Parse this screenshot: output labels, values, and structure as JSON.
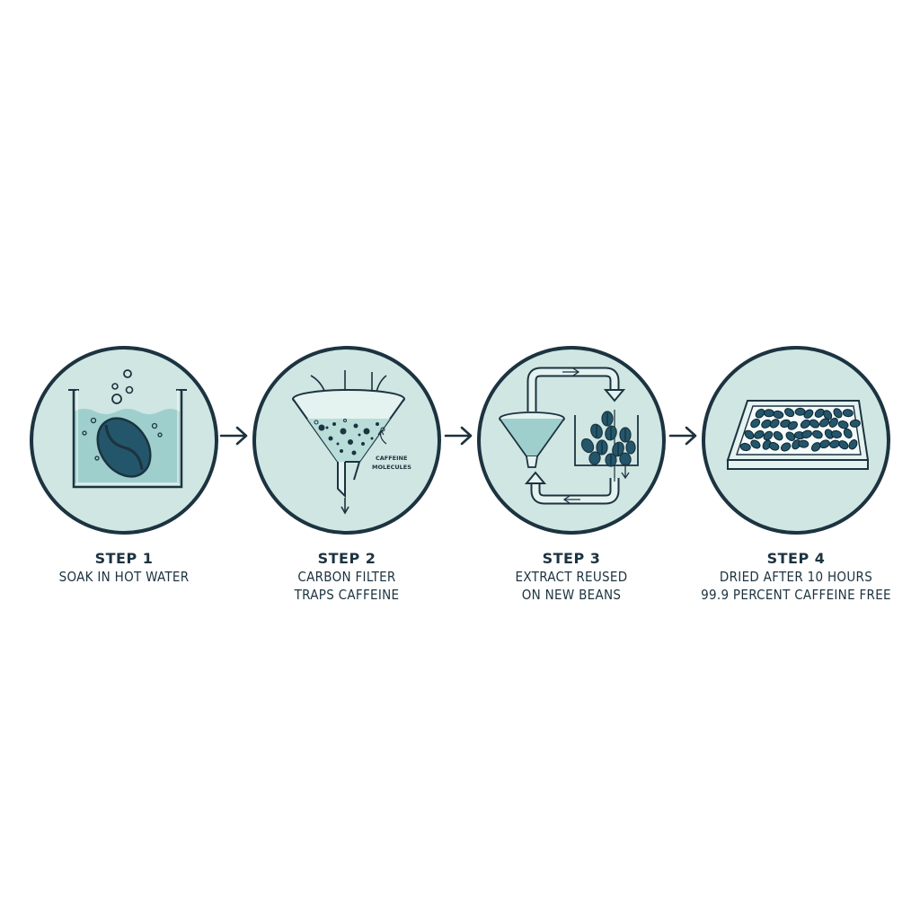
{
  "steps": [
    {
      "title": "STEP 1",
      "lines": [
        "SOAK IN HOT WATER"
      ],
      "icon": "bean-soaking-in-water-icon"
    },
    {
      "title": "STEP 2",
      "lines": [
        "CARBON FILTER",
        "TRAPS CAFFEINE"
      ],
      "icon": "carbon-filter-funnel-icon",
      "annotation": [
        "CAFFEINE",
        "MOLECULES"
      ]
    },
    {
      "title": "STEP 3",
      "lines": [
        "EXTRACT REUSED",
        "ON NEW BEANS"
      ],
      "icon": "extract-recycle-loop-icon"
    },
    {
      "title": "STEP 4",
      "lines": [
        "DRIED AFTER 10 HOURS",
        "99.9 PERCENT CAFFEINE FREE"
      ],
      "icon": "drying-tray-beans-icon"
    }
  ],
  "connectors": [
    "arrow-right-icon",
    "arrow-right-icon",
    "arrow-right-icon"
  ],
  "colors": {
    "ink": "#1c3340",
    "circle_fill": "#cfe6e3",
    "water": "#9fcfcc",
    "bean": "#24566b"
  }
}
